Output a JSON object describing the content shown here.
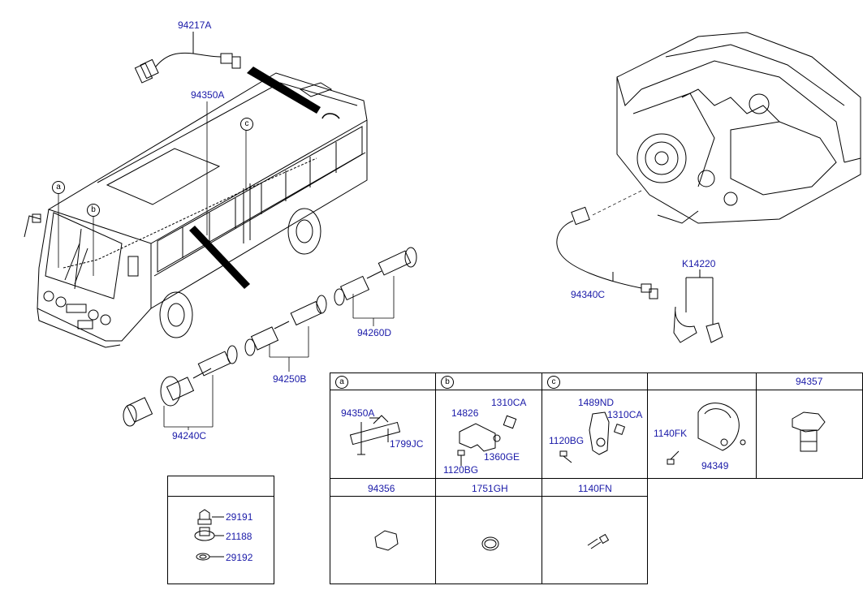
{
  "callouts": {
    "a": "a",
    "b": "b",
    "c": "c"
  },
  "parts": {
    "sensor_cable": "94217A",
    "bus_harness": "94350A",
    "engine_cable": "94340C",
    "clip_set": "K14220",
    "shaft_rear": "94260D",
    "shaft_mid": "94250B",
    "shaft_front": "94240C"
  },
  "table": {
    "header_a": "a",
    "header_b": "b",
    "header_c": "c",
    "header_94357": "94357",
    "header_94356": "94356",
    "header_1751GH": "1751GH",
    "header_1140FN": "1140FN",
    "a_94350A": "94350A",
    "a_1799JC": "1799JC",
    "b_14826": "14826",
    "b_1310CA": "1310CA",
    "b_1360GE": "1360GE",
    "b_1120BG": "1120BG",
    "c_1489ND": "1489ND",
    "c_1310CA": "1310CA",
    "c_1120BG": "1120BG",
    "d_1140FK": "1140FK",
    "d_94349": "94349"
  },
  "small_box": {
    "p1": "29191",
    "p2": "21188",
    "p3": "29192"
  },
  "colors": {
    "label": "#1a1aa8",
    "line": "#000000"
  }
}
